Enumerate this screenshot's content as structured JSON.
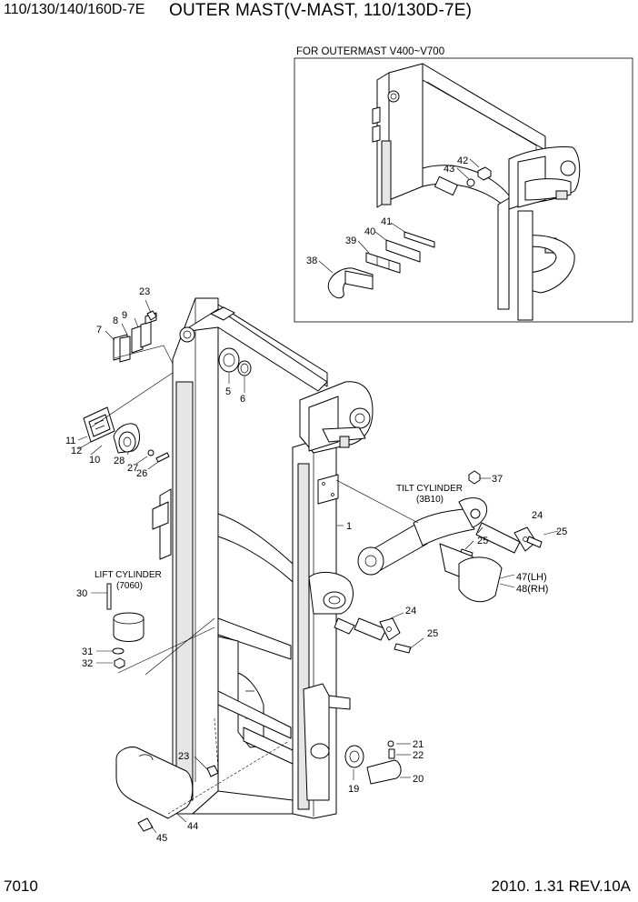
{
  "header": {
    "model": "110/130/140/160D-7E",
    "title": "OUTER MAST(V-MAST, 110/130D-7E)"
  },
  "inset": {
    "caption": "FOR OUTERMAST V400~V700"
  },
  "labels": {
    "tilt_cylinder": "TILT CYLINDER",
    "tilt_cylinder_code": "(3B10)",
    "lift_cylinder": "LIFT CYLINDER",
    "lift_cylinder_code": "(7060)"
  },
  "callouts": [
    "1",
    "5",
    "6",
    "7",
    "8",
    "9",
    "10",
    "11",
    "12",
    "19",
    "20",
    "21",
    "22",
    "23",
    "23",
    "24",
    "24",
    "25",
    "25",
    "25",
    "26",
    "27",
    "28",
    "30",
    "31",
    "32",
    "37",
    "38",
    "39",
    "40",
    "41",
    "42",
    "43",
    "44",
    "45",
    "47(LH)",
    "48(RH)"
  ],
  "footer": {
    "page_number": "7010",
    "revision": "2010. 1.31  REV.10A"
  }
}
